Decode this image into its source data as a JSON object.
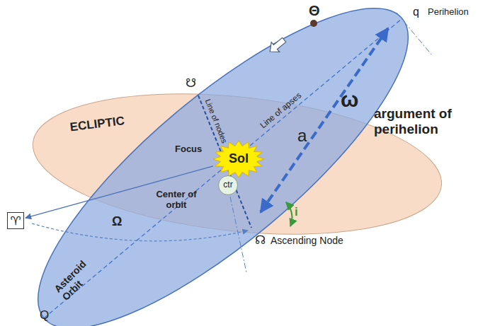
{
  "diagram": {
    "nodes": [
      {
        "text": [
          "Sol"
        ]
      },
      {
        "text": [
          "ctr"
        ]
      },
      {
        "text": [
          "♈"
        ]
      }
    ],
    "edges": [
      {
        "from": 0,
        "to": 2,
        "arrow": "to"
      }
    ],
    "labels": [
      "Θ",
      "q",
      "Perihelion",
      "☋",
      "Line of nodes",
      "Line of apses",
      "ECLIPTIC",
      "Focus",
      "Center of orbit",
      "a",
      "ω",
      "argument of perihelion",
      "Ω",
      "i",
      "☊",
      "Ascending Node",
      "Asteroid Orbit",
      "Q"
    ]
  }
}
